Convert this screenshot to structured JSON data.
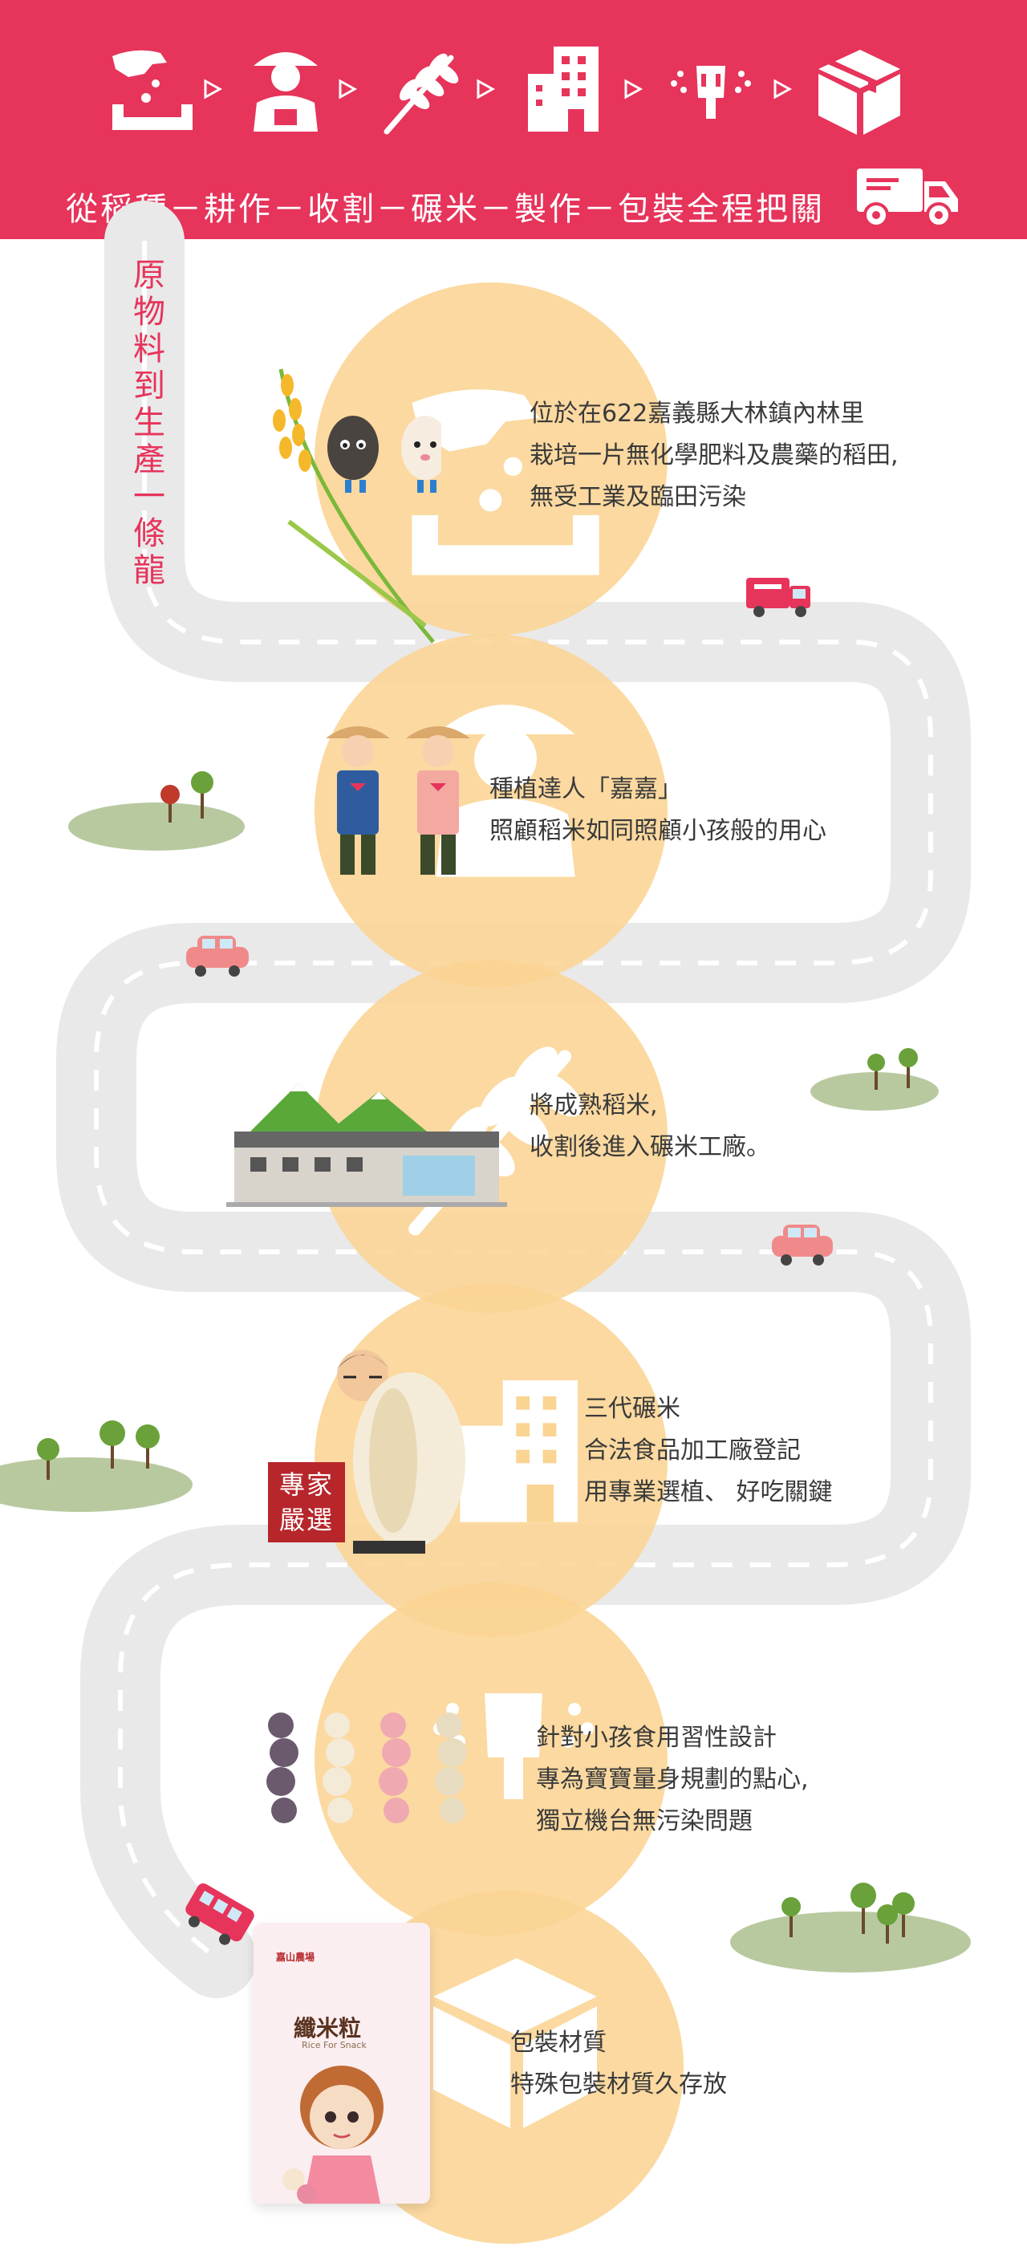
{
  "header": {
    "icons": [
      "seed-hand-icon",
      "farmer-icon",
      "rice-stalk-icon",
      "factory-icon",
      "mill-icon",
      "box-icon"
    ],
    "tagline": "從稻種－耕作－收割－碾米－製作－包裝全程把關",
    "truck_icon": "truck-icon"
  },
  "vertical_title": [
    "原",
    "物",
    "料",
    "到",
    "生",
    "產",
    "一",
    "條",
    "龍"
  ],
  "steps": [
    {
      "icon": "seed-hand-icon",
      "lines": [
        "位於在622嘉義縣大林鎮內林里",
        "栽培一片無化學肥料及農藥的稻田,",
        "無受工業及臨田污染"
      ]
    },
    {
      "icon": "farmer-icon",
      "lines": [
        "種植達人「嘉嘉」",
        "照顧稻米如同照顧小孩般的用心"
      ]
    },
    {
      "icon": "rice-stalk-icon",
      "lines": [
        "將成熟稻米,",
        "收割後進入碾米工廠。"
      ]
    },
    {
      "icon": "factory-icon",
      "lines": [
        "三代碾米",
        "合法食品加工廠登記",
        "用專業選植、 好吃關鍵"
      ]
    },
    {
      "icon": "mill-icon",
      "lines": [
        "針對小孩食用習性設計",
        "專為寶寶量身規劃的點心,",
        "獨立機台無污染問題"
      ]
    },
    {
      "icon": "box-icon",
      "lines": [
        "包裝材質",
        "特殊包裝材質久存放"
      ]
    }
  ],
  "badge": {
    "line1": "專家",
    "line2": "嚴選"
  },
  "package": {
    "brand": "嘉山農場",
    "title": "纖米粒",
    "subtitle": "Rice For Snack"
  },
  "colors": {
    "primary": "#e6345b",
    "circle": "#fad493",
    "road": "#e9e9e9",
    "text": "#3a3a3a",
    "badge": "#b7262b"
  }
}
